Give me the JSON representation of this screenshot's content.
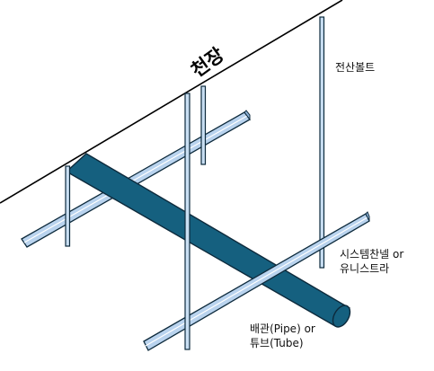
{
  "labels": {
    "ceiling": "천장",
    "anchor_bolt": "전산볼트",
    "channel_line1": "시스템찬넬 or",
    "channel_line2": "유니스트라",
    "pipe_line1": "배관(Pipe) or",
    "pipe_line2": "튜브(Tube)"
  },
  "colors": {
    "pipe": "#15607f",
    "pipe_outline": "#0d2a3c",
    "channel_fill": "#b9d3ee",
    "channel_outline": "#0d2a3c",
    "rod_fill": "#c9dff3",
    "rod_outline": "#0d2a3c",
    "ceiling_line": "#000000"
  }
}
